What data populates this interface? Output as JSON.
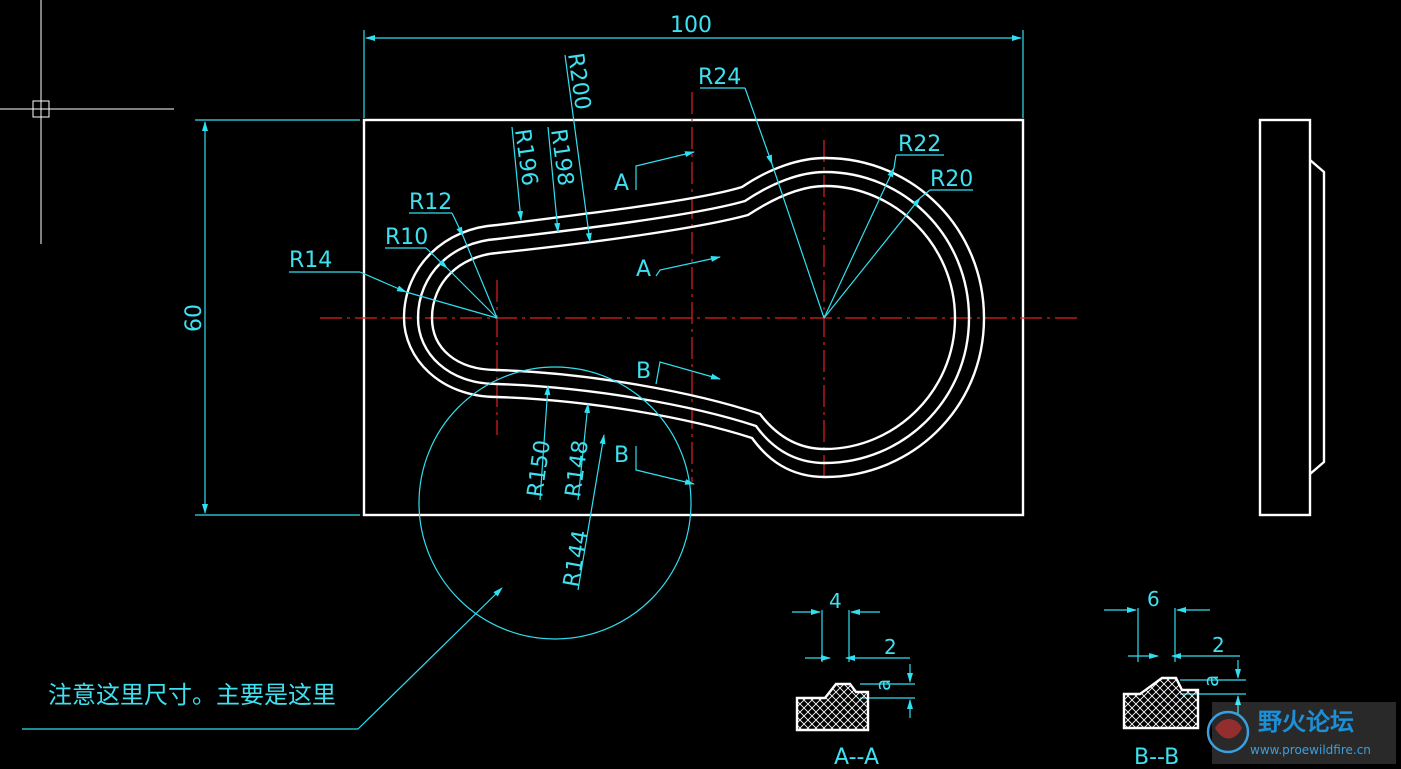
{
  "dimensions": {
    "width": "100",
    "height": "60",
    "section_a_width": "4",
    "section_a_depth": "2",
    "section_b_width": "6",
    "section_b_depth": "2",
    "depth_symbol": "a"
  },
  "radii": {
    "r24": "R24",
    "r22": "R22",
    "r20": "R20",
    "r14": "R14",
    "r12": "R12",
    "r10": "R10",
    "r200": "R200",
    "r198": "R198",
    "r196": "R196",
    "r150": "R150",
    "r148": "R148",
    "r144": "R144"
  },
  "section_markers": {
    "a": "A",
    "b": "B"
  },
  "section_views": {
    "a_label": "A--A",
    "b_label": "B--B"
  },
  "note": "注意这里尺寸。主要是这里",
  "watermark": {
    "title": "野火论坛",
    "url": "www.proewildfire.cn"
  },
  "colors": {
    "background": "#000000",
    "geometry": "#ffffff",
    "dimension": "#30e0f0",
    "centerline": "#e02020"
  }
}
